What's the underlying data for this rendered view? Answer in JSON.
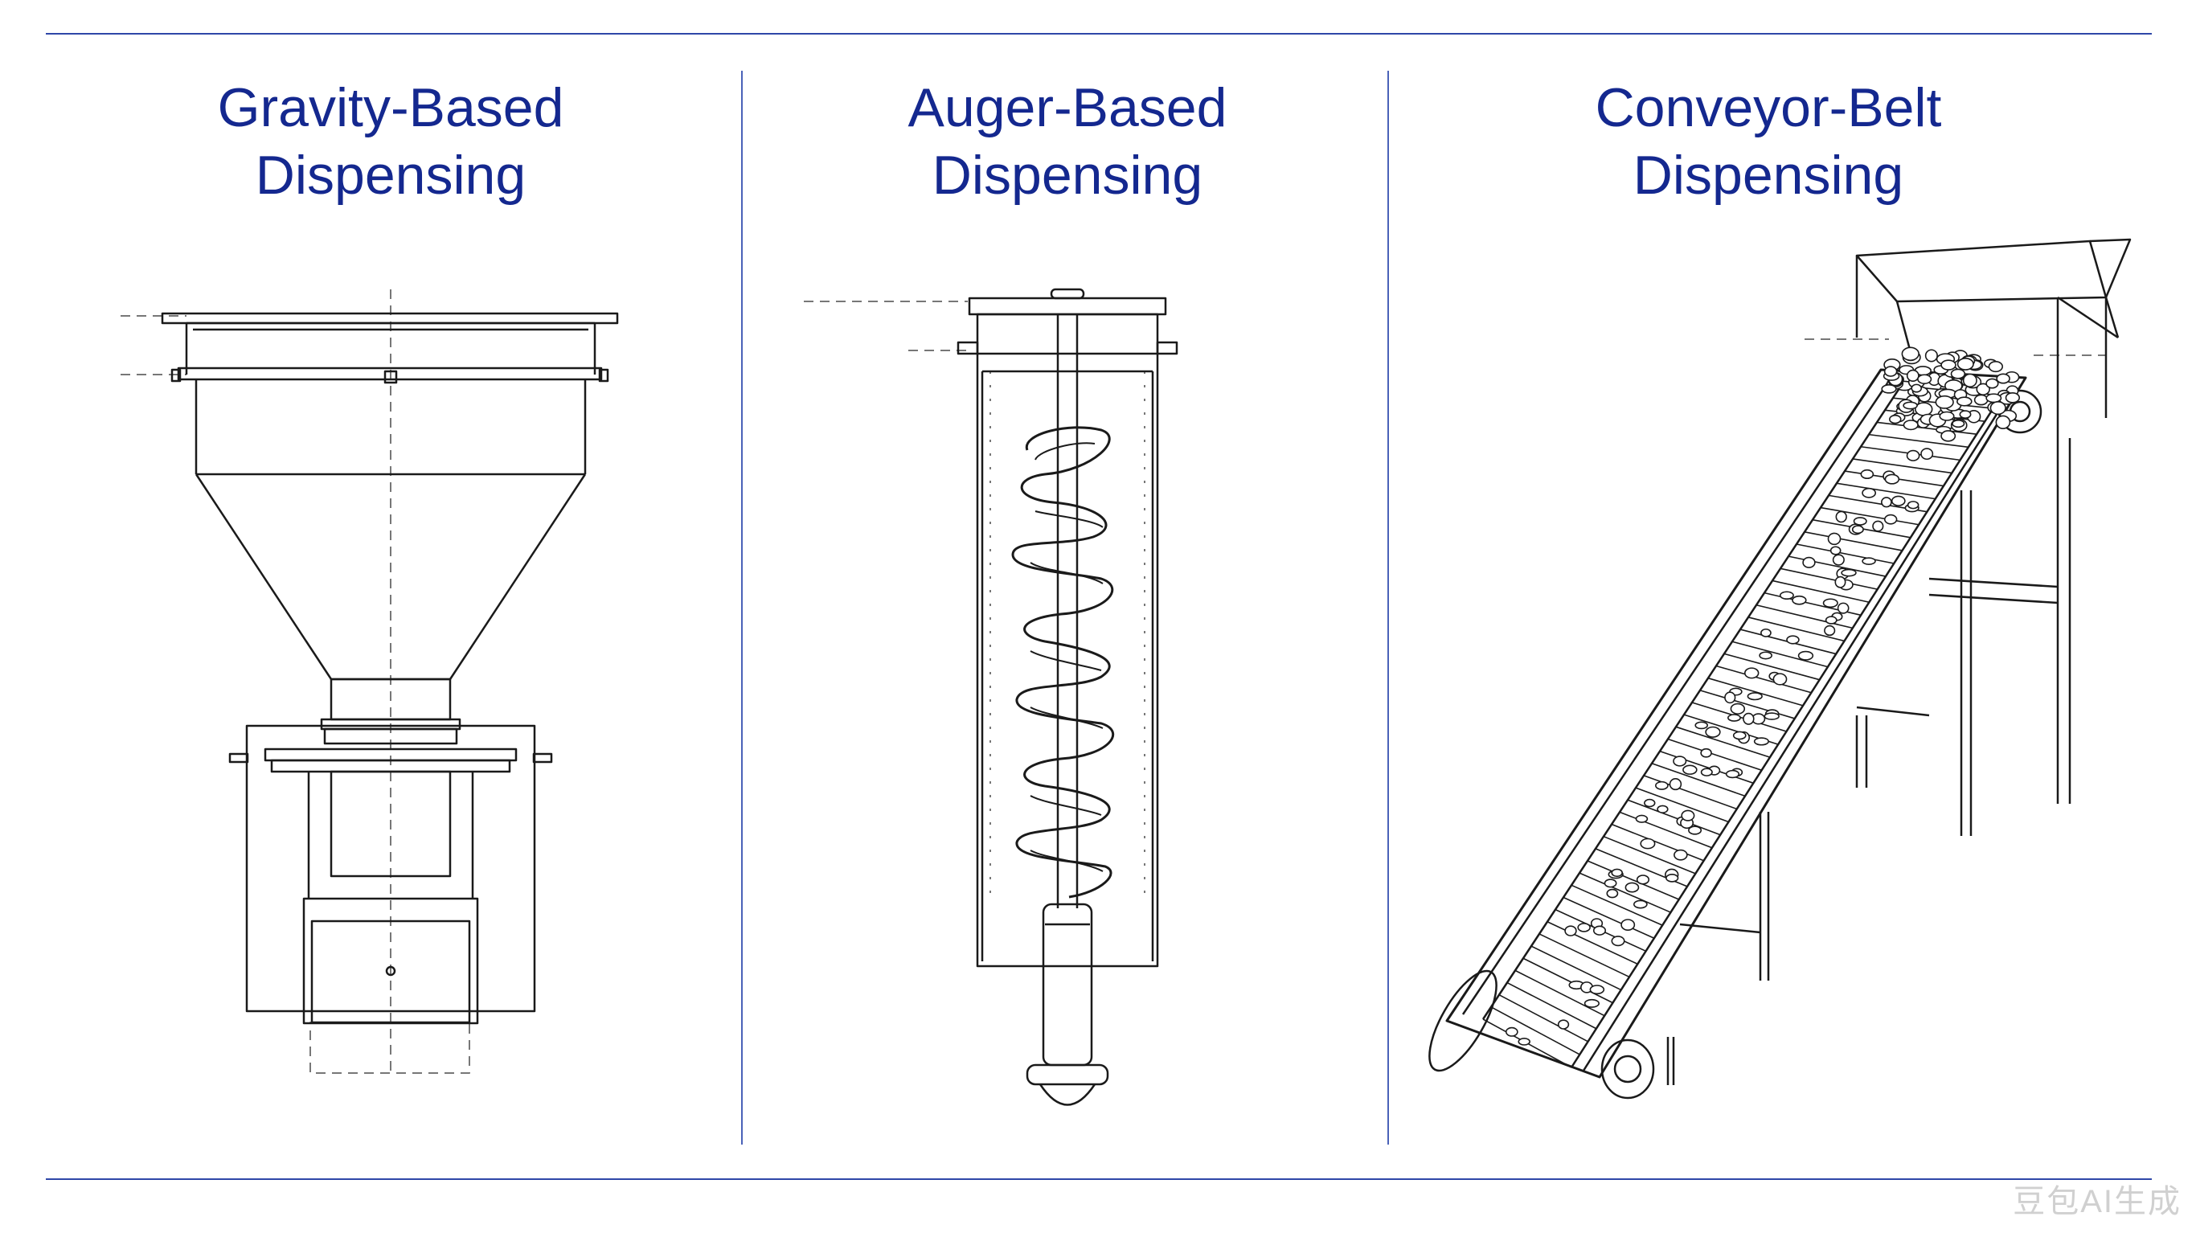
{
  "panels": [
    {
      "title_line1": "Gravity-Based",
      "title_line2": "Dispensing",
      "illustration": "gravity-hopper"
    },
    {
      "title_line1": "Auger-Based",
      "title_line2": "Dispensing",
      "illustration": "auger-screw"
    },
    {
      "title_line1": "Conveyor-Belt",
      "title_line2": "Dispensing",
      "illustration": "inclined-conveyor"
    }
  ],
  "watermark": "豆包AI生成",
  "colors": {
    "title": "#14288f",
    "rule": "#2f47a8",
    "line": "#1a1a1a",
    "dash": "#777777"
  }
}
